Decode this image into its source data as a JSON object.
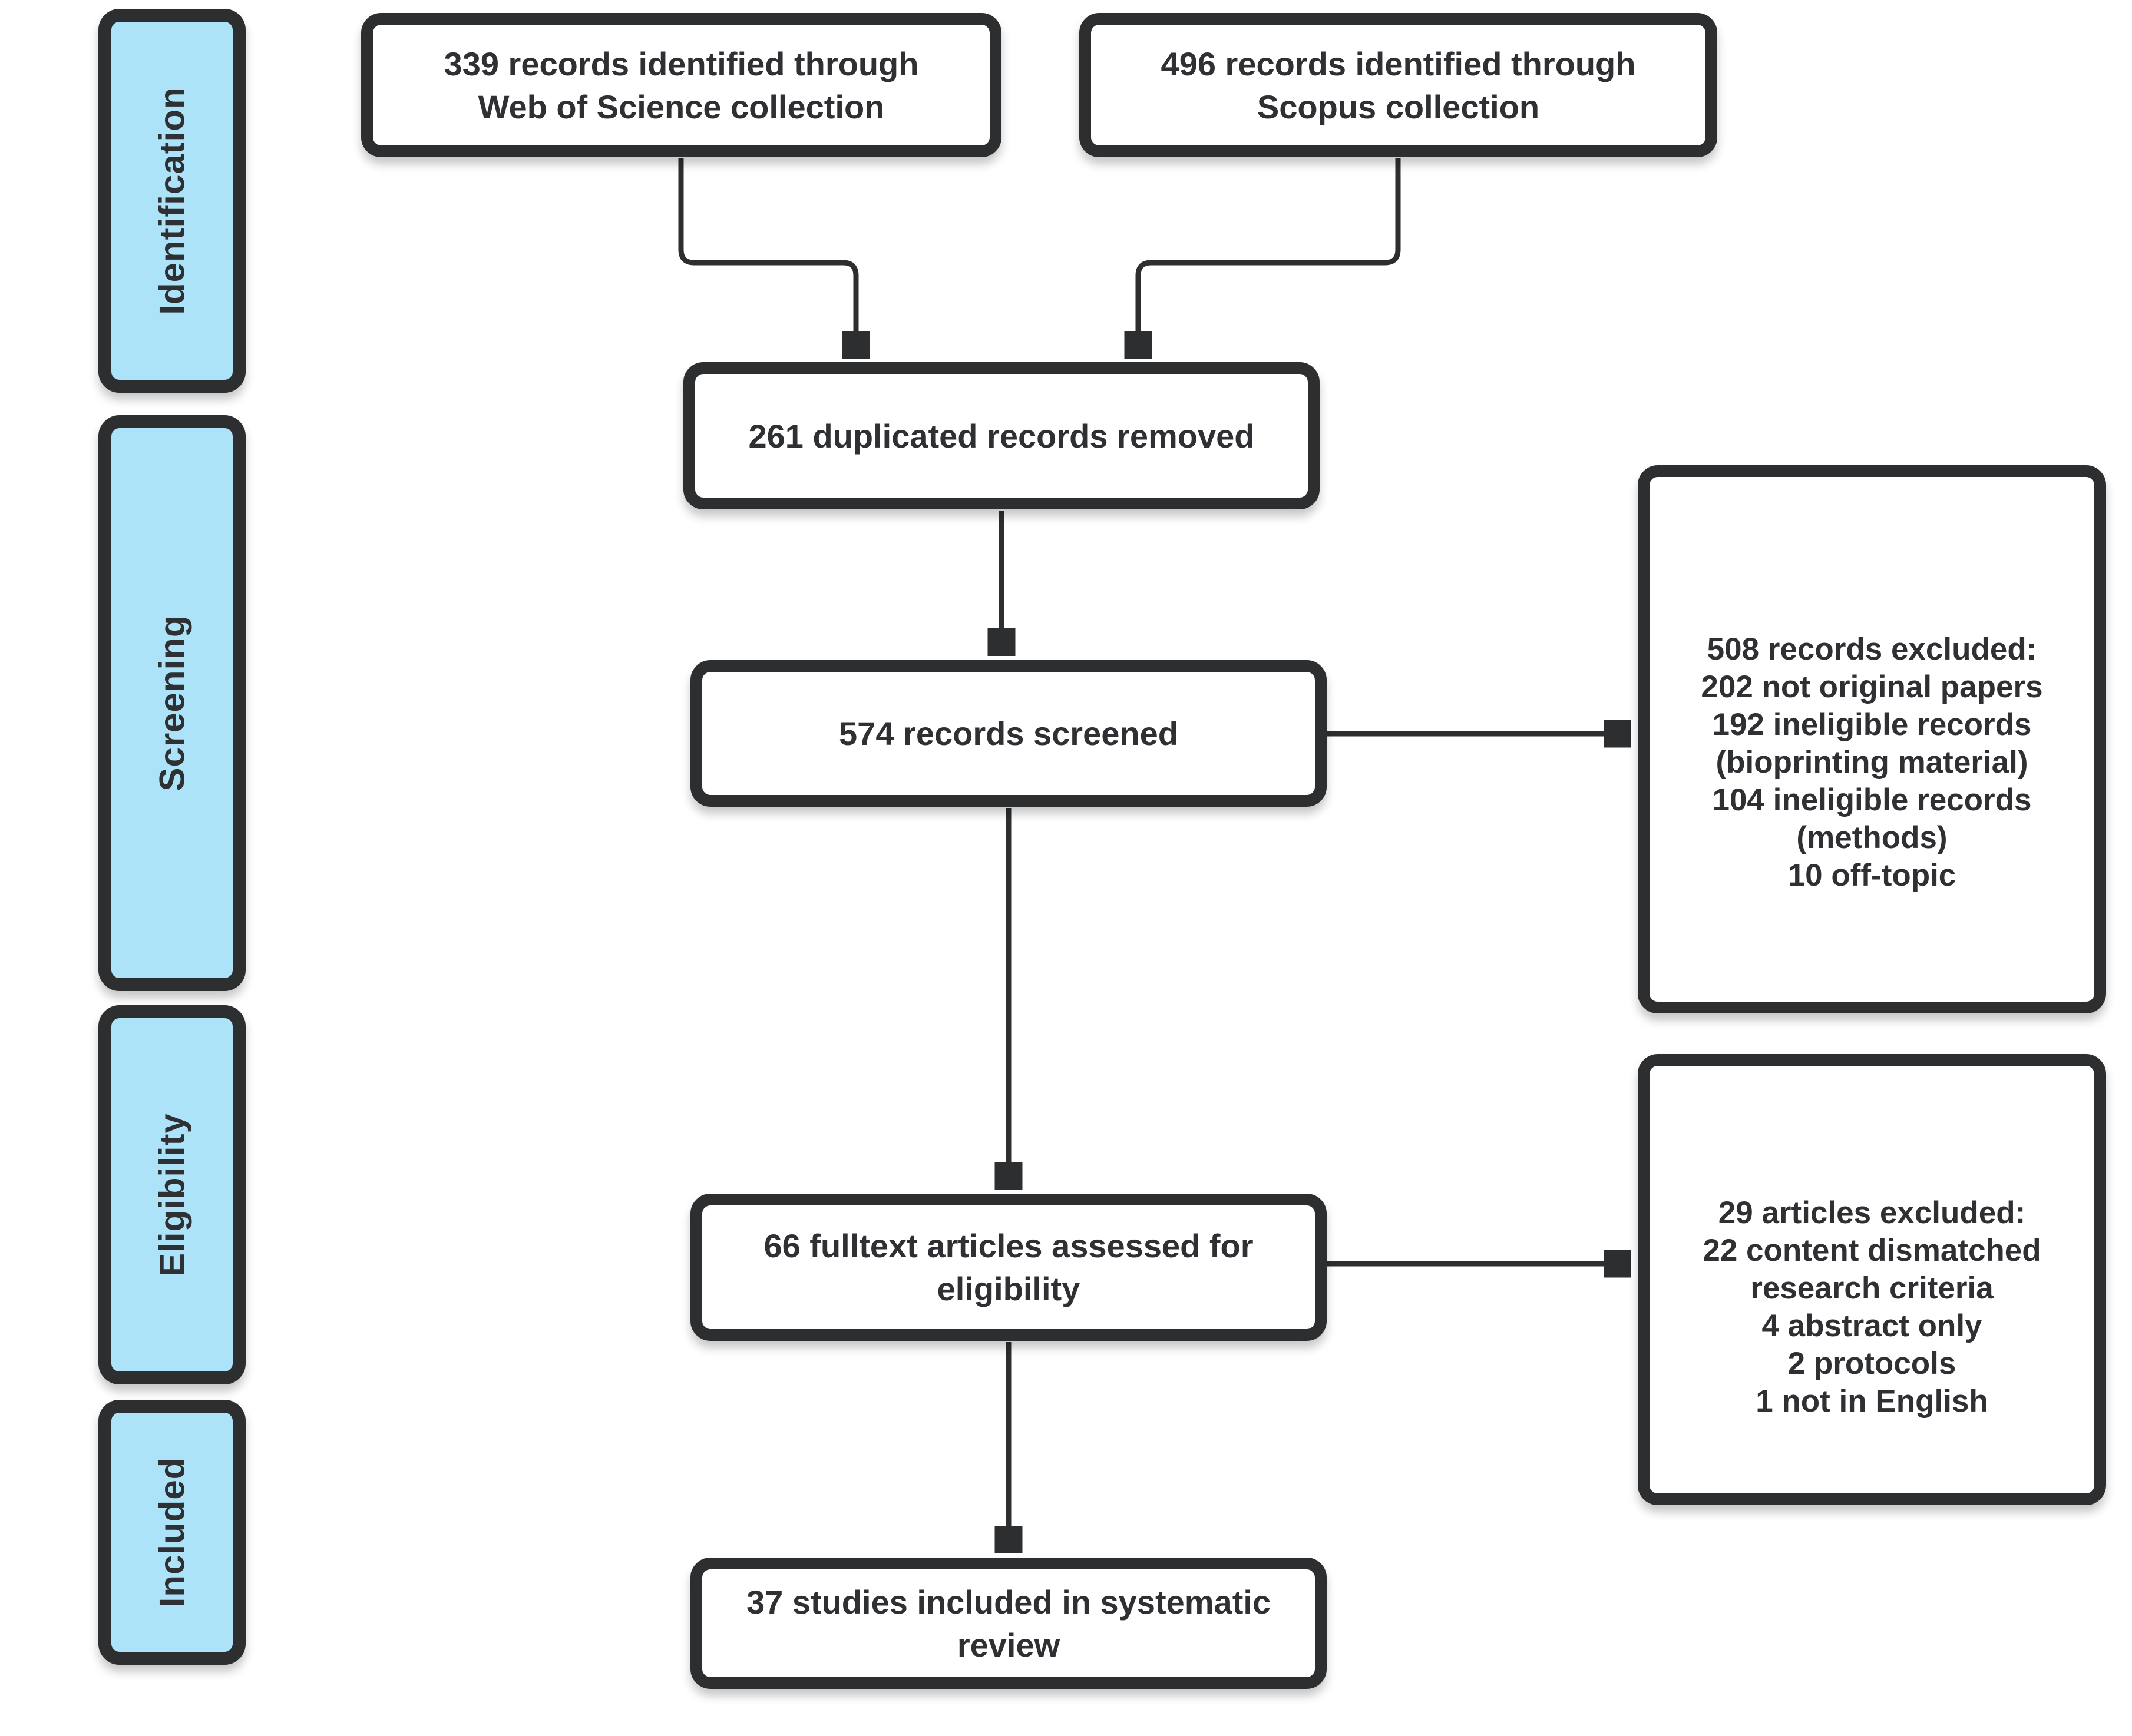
{
  "colors": {
    "stage_fill": "#ade3f8",
    "ink": "#2d2e30",
    "box_fill": "#ffffff"
  },
  "sidebar": {
    "stages": [
      {
        "label": "Identification"
      },
      {
        "label": "Screening"
      },
      {
        "label": "Eligibility"
      },
      {
        "label": "Included"
      }
    ]
  },
  "flow": {
    "source_wos": [
      "339 records identified through",
      "Web of Science collection"
    ],
    "source_scopus": [
      "496 records identified through",
      "Scopus collection"
    ],
    "duplicates_removed": [
      "261 duplicated records removed"
    ],
    "records_screened": [
      "574 records screened"
    ],
    "fulltext_assessed": [
      "66 fulltext articles assessed for",
      "eligibility"
    ],
    "included_studies": [
      "37 studies included in systematic",
      "review"
    ],
    "records_excluded": [
      "508 records excluded:",
      "202 not original papers",
      "192 ineligible records",
      "(bioprinting material)",
      "104 ineligible records",
      "(methods)",
      "10 off-topic"
    ],
    "articles_excluded": [
      "29 articles excluded:",
      "22 content dismatched",
      "research criteria",
      "4 abstract only",
      "2 protocols",
      "1 not in English"
    ]
  }
}
